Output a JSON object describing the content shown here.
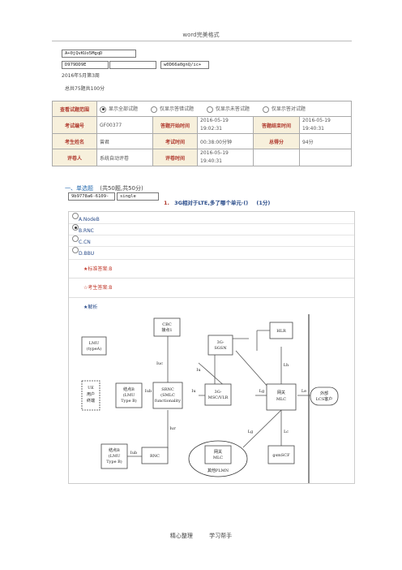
{
  "header": {
    "title": "word完美格式"
  },
  "codes": {
    "code1": "A+0jQvKUo5MgqD",
    "code2": "D979DD9E",
    "code3": "",
    "code4": "w0D66a0gnQ/ic+"
  },
  "exam_period": "2016年5月第3周",
  "totals": "总共75题共100分",
  "info": {
    "scope_label": "查看试题范围",
    "scope_options": [
      "显示全部试题",
      "仅显示答错试题",
      "仅显示未答试题",
      "仅显示答对试题"
    ],
    "exam_no_label": "考试编号",
    "exam_no": "GF00377",
    "start_label": "答题开始时间",
    "start_date": "2016-05-19",
    "start_time": "19:02:31",
    "end_label": "答题结束时间",
    "end_date": "2016-05-19",
    "end_time": "19:40:31",
    "name_label": "考生姓名",
    "name": "曾君",
    "duration_label": "考试时间",
    "duration": "00:38:00分钟",
    "score_label": "总得分",
    "score": "94分",
    "grader_label": "评卷人",
    "grader": "系统自动评卷",
    "grade_time_label": "评卷时间",
    "grade_date": "2016-05-19",
    "grade_time": "19:40:31"
  },
  "section": {
    "title": "一、单选题",
    "note": "(共50题,共50分)"
  },
  "question": {
    "id": "9b9778a6-6109-",
    "type": "single",
    "number": "1.",
    "text": "3G相对于LTE,多了哪个单元·()",
    "points": "(1分)",
    "options": [
      "A.NodeB",
      "B.RNC",
      "C.CN",
      "D.BBU"
    ],
    "correct": "★标准答案:B",
    "given": "☆考生答案:B",
    "analysis": "★解析"
  },
  "diagram": {
    "cbc": [
      "CBC",
      "接点1"
    ],
    "lmu": [
      "LMU",
      "(typeA)"
    ],
    "sgsn": [
      "3G-",
      "SGSN"
    ],
    "hlr": "HLR",
    "ue": [
      "UE",
      "用户",
      "终端"
    ],
    "nodeb1": [
      "结点B",
      "(LMU",
      "Type B)"
    ],
    "srnc": [
      "SRNC",
      "(SMLC",
      "functionality"
    ],
    "msc": [
      "3G-",
      "MSC/VLR"
    ],
    "gmlc": [
      "网关",
      "MLC"
    ],
    "ext": [
      "外部",
      "LCS客户"
    ],
    "nodeb2": [
      "结点B",
      "(LMU",
      "Type B)"
    ],
    "rnc": "RNC",
    "gmlc2": [
      "网关",
      "MLC"
    ],
    "plmn": "其他PLMN",
    "gsmscf": "gsmSCF",
    "labels": {
      "iuc": "Iuc",
      "iub1": "Iub",
      "iu1": "Iu",
      "iu2": "Iu",
      "lg1": "Lg",
      "lh": "Lh",
      "le": "Le",
      "lg2": "Lg",
      "lc": "Lc",
      "iur": "Iur",
      "iub2": "Iub"
    }
  },
  "footer": {
    "left": "精心整理",
    "right": "学习帮手"
  }
}
